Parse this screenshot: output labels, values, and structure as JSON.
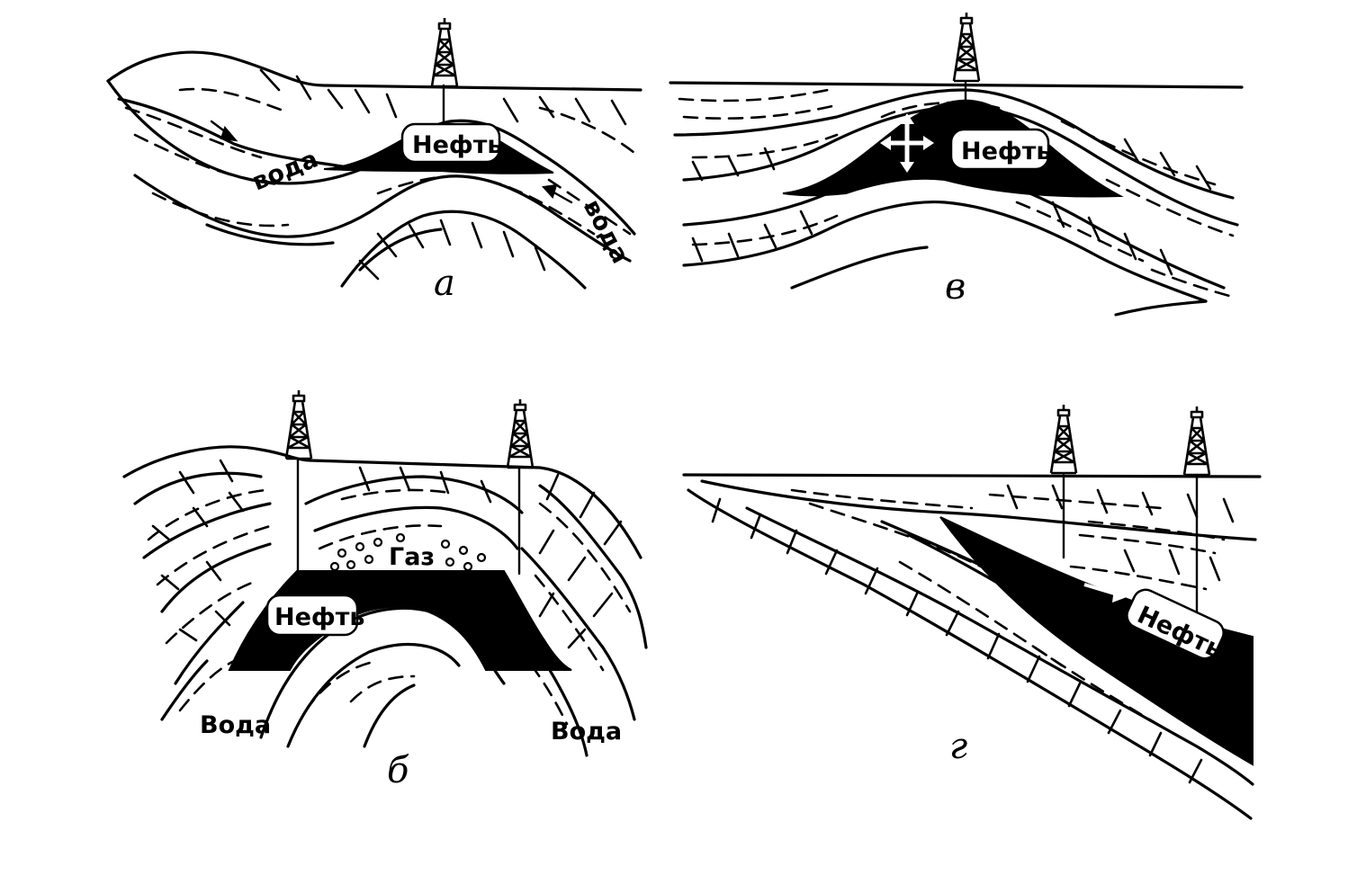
{
  "panels": {
    "a": {
      "letter": "а",
      "oil_label": "Нефть",
      "water_left": "вода",
      "water_right": "вода"
    },
    "v": {
      "letter": "в",
      "oil_label": "Нефть"
    },
    "b": {
      "letter": "б",
      "oil_label": "Нефть",
      "gas_label": "Газ",
      "water_left": "Вода",
      "water_right": "Вода"
    },
    "g": {
      "letter": "г",
      "oil_label": "Нефть"
    }
  },
  "colors": {
    "ink": "#000000",
    "paper": "#ffffff"
  }
}
